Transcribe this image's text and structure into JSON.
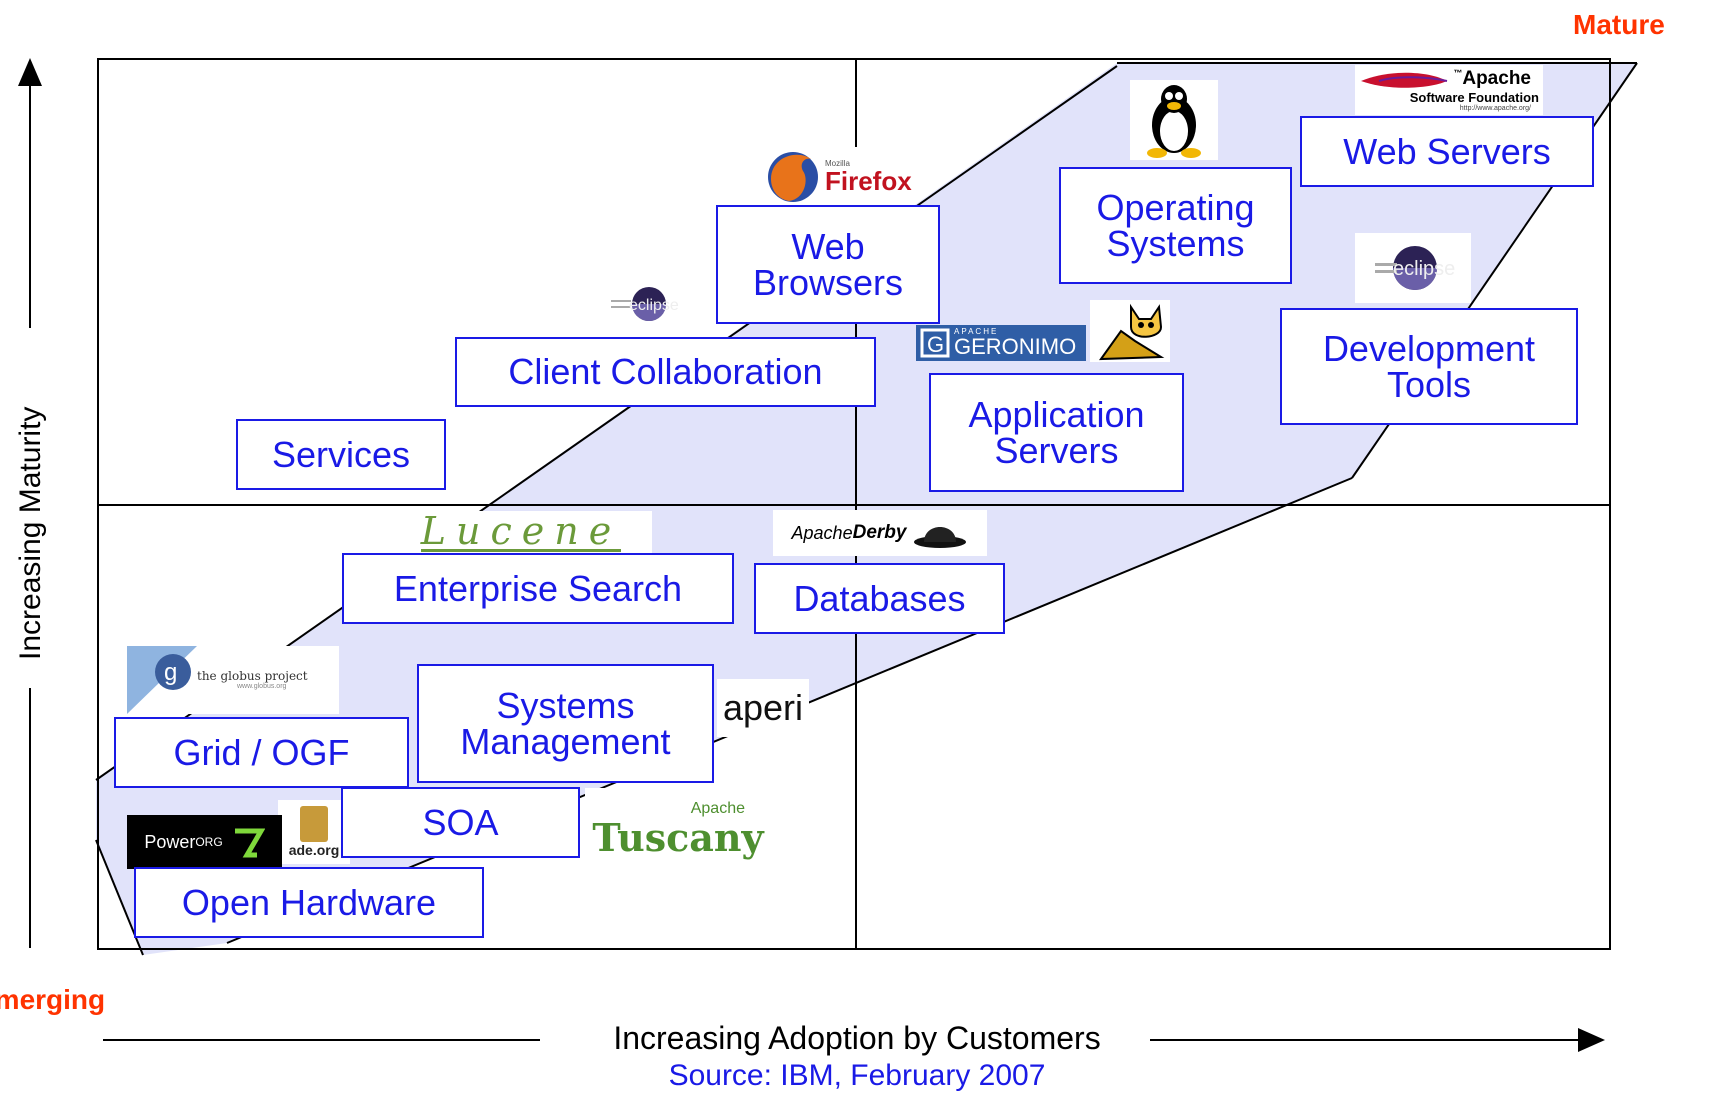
{
  "corners": {
    "top_right": "Mature",
    "bottom_left": "Emerging"
  },
  "axes": {
    "x_label": "Increasing Adoption by Customers",
    "y_label": "Increasing Maturity"
  },
  "source": "Source: IBM, February 2007",
  "categories": [
    {
      "id": "web-servers",
      "label": "Web Servers"
    },
    {
      "id": "operating-systems",
      "label": "Operating\nSystems"
    },
    {
      "id": "web-browsers",
      "label": "Web\nBrowsers"
    },
    {
      "id": "development-tools",
      "label": "Development\nTools"
    },
    {
      "id": "client-collaboration",
      "label": "Client Collaboration"
    },
    {
      "id": "application-servers",
      "label": "Application\nServers"
    },
    {
      "id": "services",
      "label": "Services"
    },
    {
      "id": "enterprise-search",
      "label": "Enterprise Search"
    },
    {
      "id": "databases",
      "label": "Databases"
    },
    {
      "id": "systems-management",
      "label": "Systems\nManagement"
    },
    {
      "id": "grid-ogf",
      "label": "Grid / OGF"
    },
    {
      "id": "soa",
      "label": "SOA"
    },
    {
      "id": "open-hardware",
      "label": "Open Hardware"
    }
  ],
  "logos": {
    "apache_tm": "™",
    "apache_name": "Apache",
    "apache_sub": "Software Foundation",
    "apache_url": "http://www.apache.org/",
    "firefox_small": "Mozilla",
    "firefox_name": "Firefox",
    "eclipse_name": "eclipse",
    "geronimo_small": "APACHE",
    "geronimo_name": "GERONIMO",
    "lucene_name": "Lucene",
    "derby_apache": "Apache",
    "derby_name": "Derby",
    "globus_name": "the globus project",
    "globus_url": "www.globus.org",
    "aperi_name": "aperi",
    "tuscany_small": "Apache",
    "tuscany_name": "Tuscany",
    "power_name": "Power",
    "power_org": "ORG",
    "blade_name": "ade.org"
  },
  "colors": {
    "accent": "#1a1ae6",
    "band": "#e1e3fa",
    "corner": "#ff3300"
  }
}
